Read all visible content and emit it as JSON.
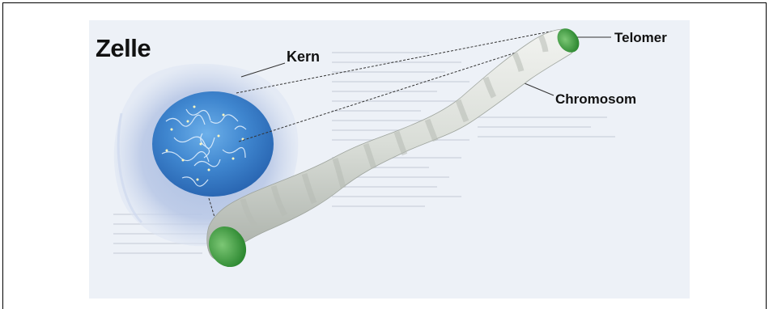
{
  "diagram": {
    "title": "Zelle",
    "labels": {
      "nucleus": "Kern",
      "telomere": "Telomer",
      "chromosome": "Chromosom"
    },
    "colors": {
      "panel_background": "#edf1f7",
      "cell_membrane": "#b9c8e6",
      "nucleus": "#3f86cf",
      "chromosome_body": "#d9ddd7",
      "telomere": "#49a147",
      "leader_line": "#333333"
    }
  }
}
